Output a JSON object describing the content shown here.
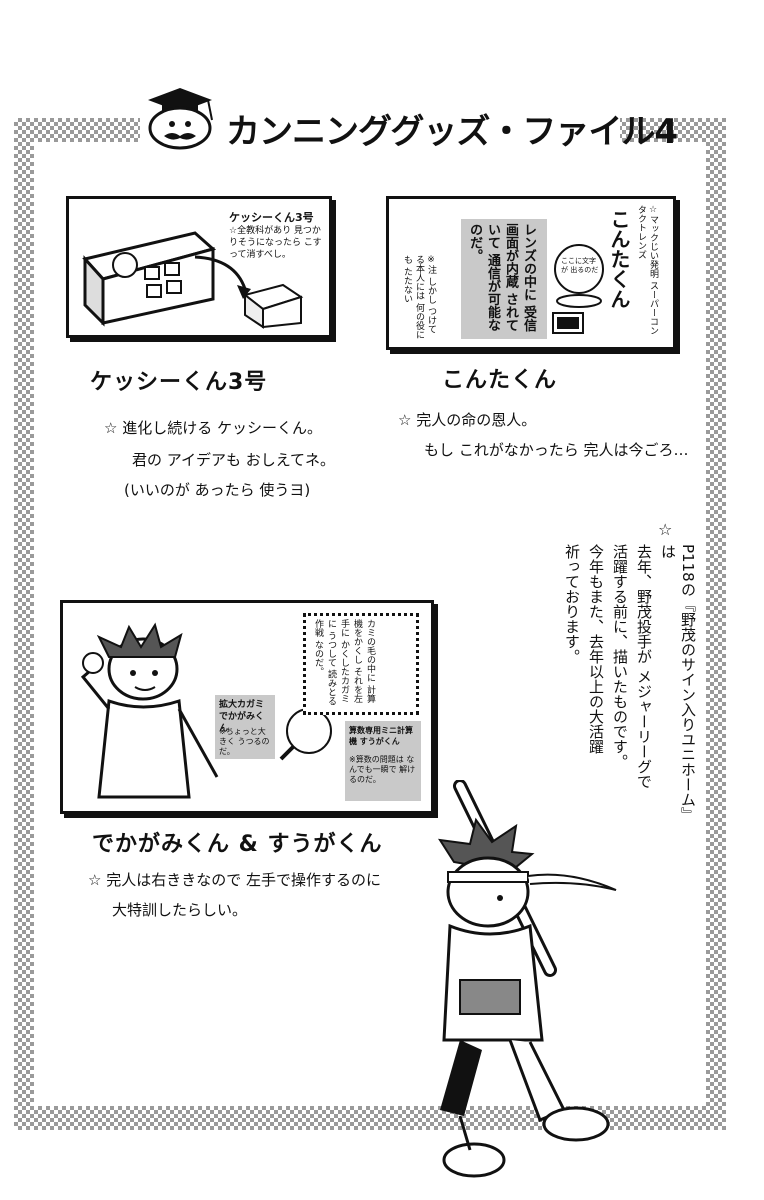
{
  "header": {
    "title": "カンニンググッズ・ファイル4"
  },
  "panel1": {
    "device_label": "ケッシーくん3号",
    "device_note": "☆全教科があり 見つかりそうになったら こすって消すべし。",
    "caption": "ケッシーくん3号",
    "comment_lines": [
      "☆ 進化し続ける ケッシーくん。",
      "君の アイデアも おしえてネ。",
      "(いいのが あったら 使うヨ)"
    ]
  },
  "panel2": {
    "maker_label": "☆マックじい発明 スーパーコンタクトレンズ",
    "product_name": "こんたくん",
    "main_text": "レンズの中に 受信画面が内蔵 されていて 通信が可能なのだ。",
    "note_label": "※注 しかし つけてる本人には 何の役にも たたない",
    "lens_text": "ここに文字が 出るのだ",
    "caption": "こんたくん",
    "comment_lines": [
      "☆ 完人の命の恩人。",
      "もし これがなかったら 完人は今ごろ…"
    ]
  },
  "side_note": {
    "lines": [
      "☆",
      "P118の『野茂のサイン入りユニホーム』は",
      "去年、野茂投手が メジャーリーグで",
      "活躍する前に、描いたものです。",
      "今年もまた、去年以上の大活躍",
      "祈っております。"
    ]
  },
  "panel3": {
    "calc_text": "カミの毛の中に 計算機をかくし それを左手に かくしたカガミに うつして 読みとる作戦 なのだ。",
    "magnifier_label": "拡大カガミ でかがみくん",
    "magnifier_note": "※ちょっと大きく うつるのだ。",
    "calculator_label": "算数専用ミニ計算機 すうがくん",
    "calculator_note": "※算数の問題は なんでも一瞬で 解けるのだ。",
    "caption": "でかがみくん & すうがくん",
    "comment_lines": [
      "☆ 完人は右ききなので 左手で操作するのに",
      "大特訓したらしい。"
    ]
  }
}
